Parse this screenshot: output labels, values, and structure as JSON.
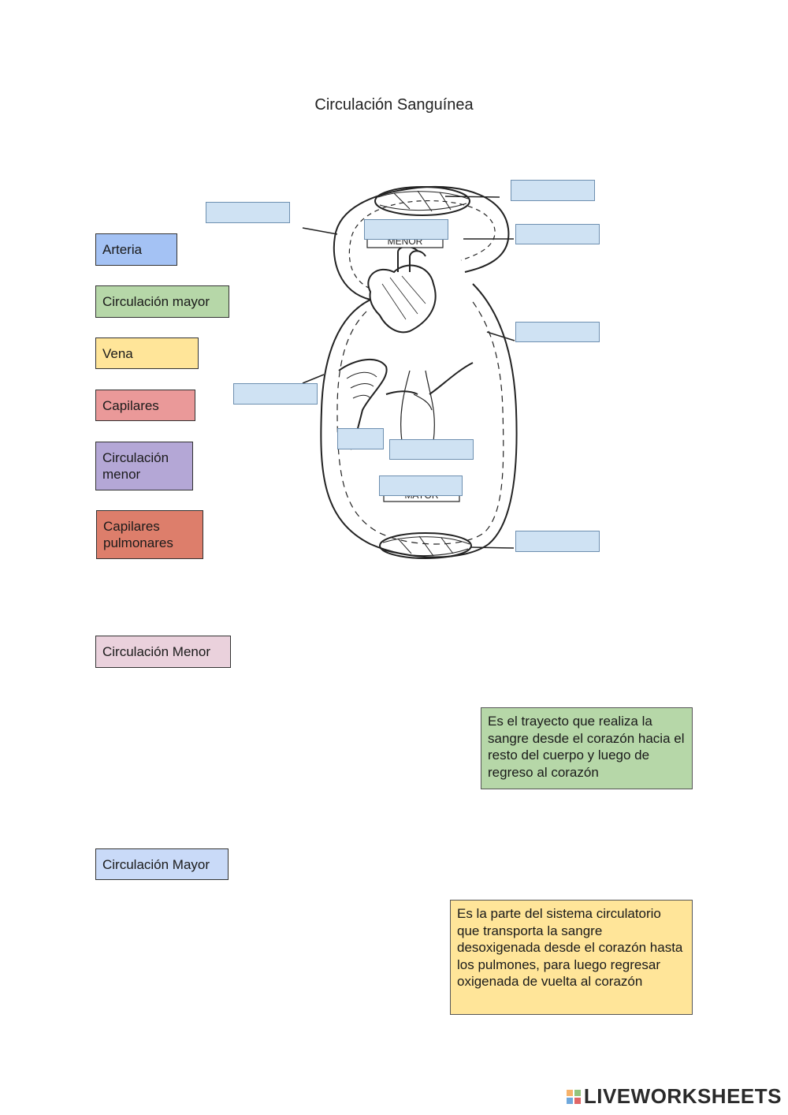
{
  "title": "Circulación Sanguínea",
  "tiles": [
    {
      "label": "Arteria",
      "color": "#a4c2f4"
    },
    {
      "label": "Circulación mayor",
      "color": "#b6d7a8"
    },
    {
      "label": "Vena",
      "color": "#ffe599"
    },
    {
      "label": "Capilares",
      "color": "#ea9999"
    },
    {
      "label": "Circulación menor",
      "color": "#b4a7d6"
    },
    {
      "label": "Capilares pulmonares",
      "color": "#dd7e6b"
    }
  ],
  "diagram_labels": {
    "menor": "MENOR",
    "mayor": "MAYOR"
  },
  "match": [
    {
      "term": "Circulación Menor",
      "term_color": "#ead1dc",
      "description": "Es el trayecto que realiza la sangre desde el corazón hacia el resto del cuerpo y luego de regreso al corazón",
      "description_color": "#b6d7a8"
    },
    {
      "term": "Circulación Mayor",
      "term_color": "#c9daf8",
      "description": "Es la parte del sistema circulatorio que transporta la sangre desoxigenada desde el corazón hasta los pulmones, para luego regresar oxigenada de vuelta al corazón",
      "description_color": "#ffe599"
    }
  ],
  "brand": "LIVEWORKSHEETS",
  "colors": {
    "drop_zone": "#cfe2f3"
  }
}
